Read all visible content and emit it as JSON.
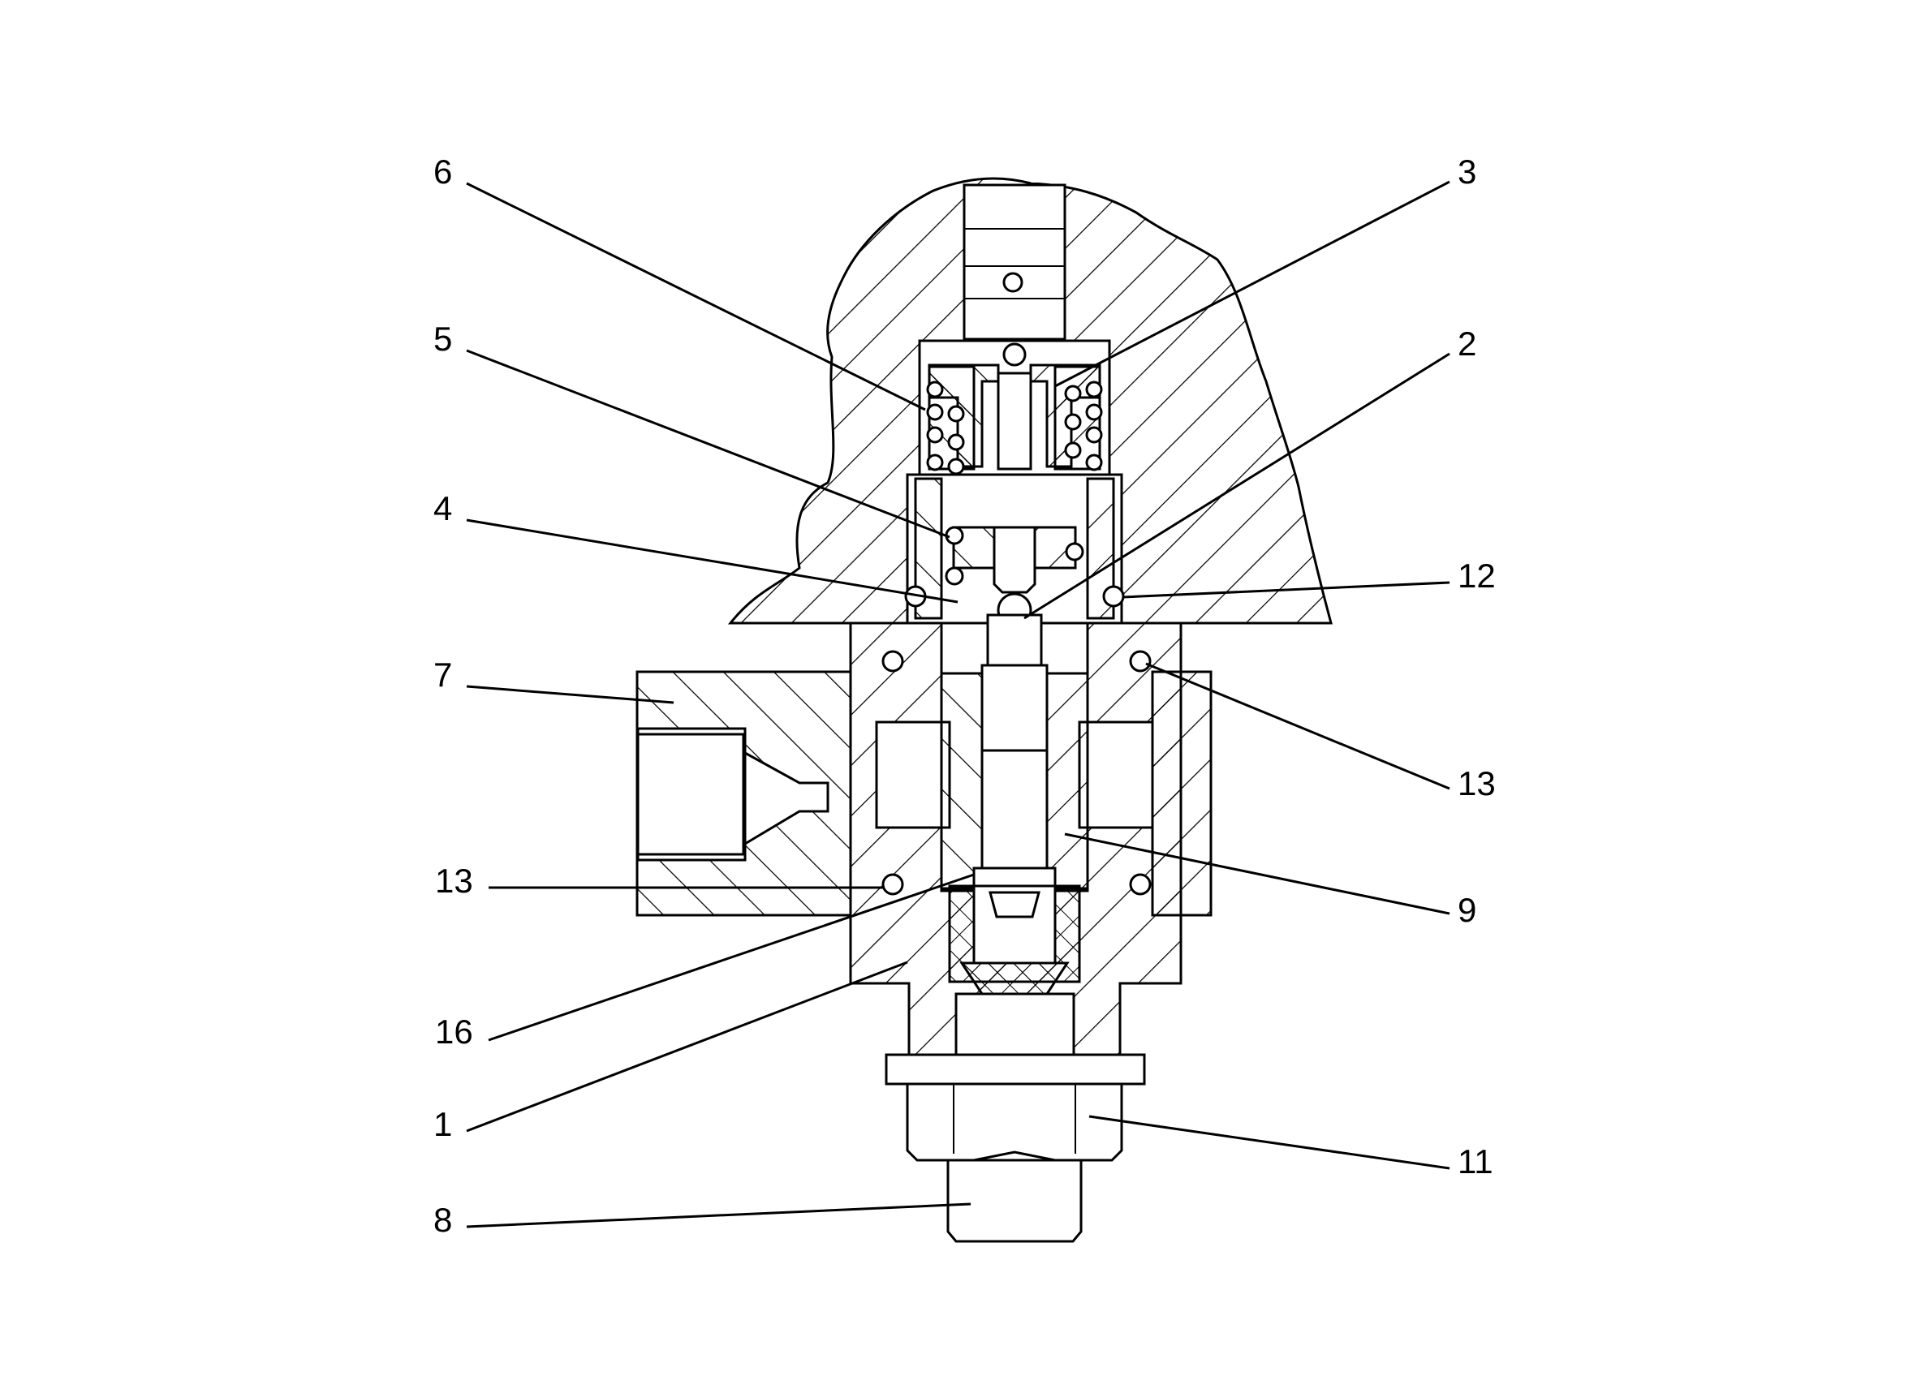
{
  "callouts": [
    {
      "id": "c6",
      "label": "6"
    },
    {
      "id": "c5",
      "label": "5"
    },
    {
      "id": "c4",
      "label": "4"
    },
    {
      "id": "c7",
      "label": "7"
    },
    {
      "id": "c13a",
      "label": "13"
    },
    {
      "id": "c16",
      "label": "16"
    },
    {
      "id": "c1",
      "label": "1"
    },
    {
      "id": "c8",
      "label": "8"
    },
    {
      "id": "c3",
      "label": "3"
    },
    {
      "id": "c2",
      "label": "2"
    },
    {
      "id": "c12",
      "label": "12"
    },
    {
      "id": "c13b",
      "label": "13"
    },
    {
      "id": "c9",
      "label": "9"
    },
    {
      "id": "c11",
      "label": "11"
    }
  ]
}
